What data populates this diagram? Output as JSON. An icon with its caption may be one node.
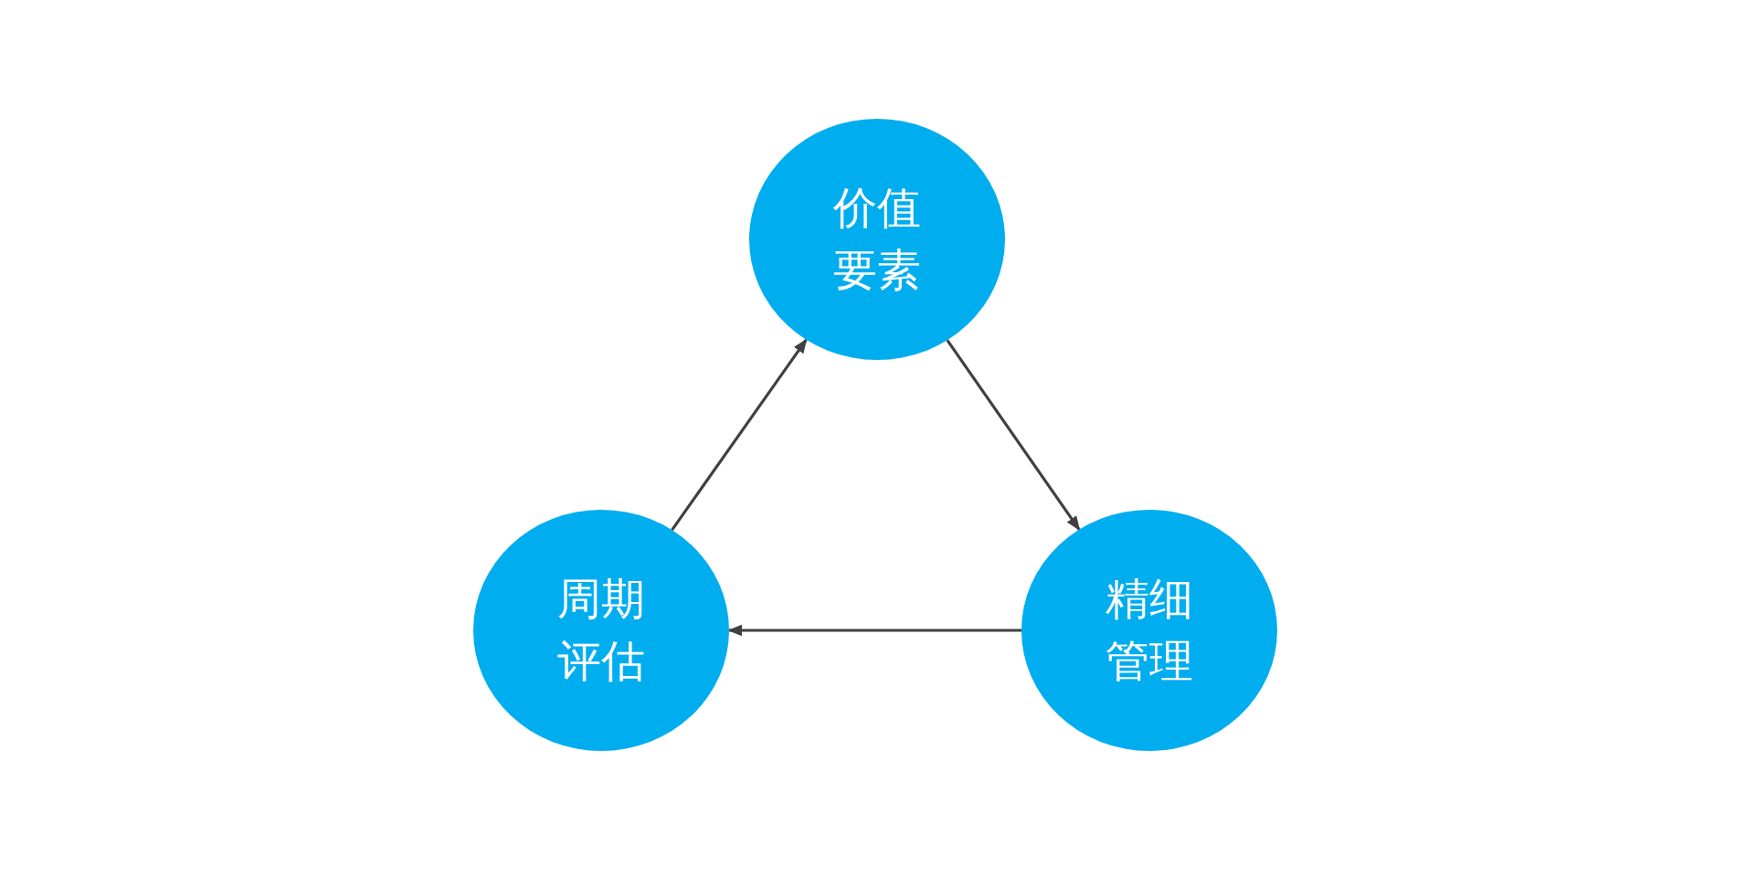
{
  "diagram": {
    "nodes": [
      {
        "text": [
          "价值要素"
        ]
      },
      {
        "text": [
          "精细管理"
        ]
      },
      {
        "text": [
          "周期评估"
        ]
      }
    ],
    "edges": [
      {
        "from": 0,
        "to": 1,
        "arrow": "to"
      },
      {
        "from": 1,
        "to": 2,
        "arrow": "to"
      },
      {
        "from": 2,
        "to": 0,
        "arrow": "to"
      }
    ]
  }
}
